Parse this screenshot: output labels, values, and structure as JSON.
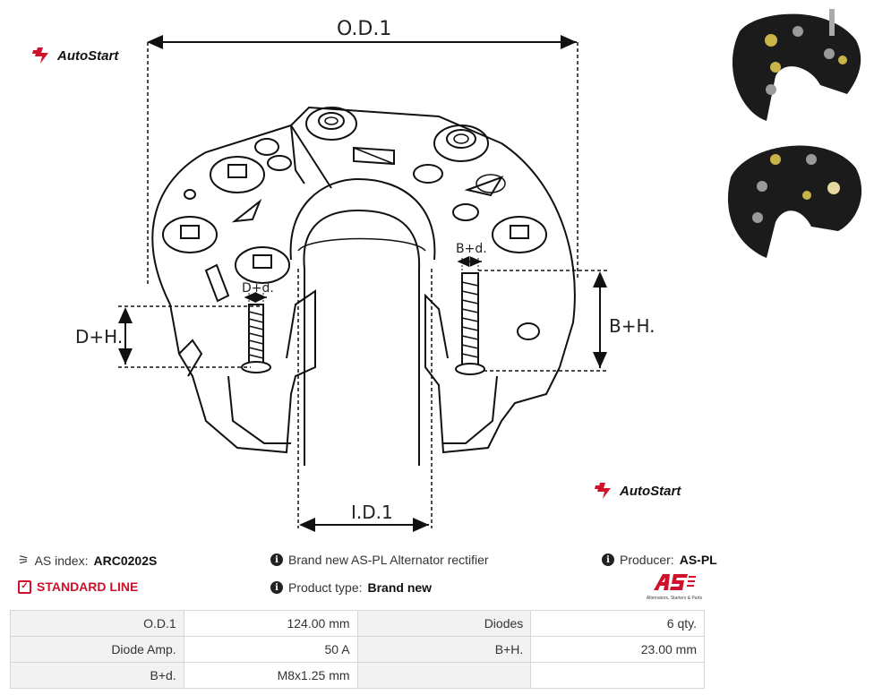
{
  "brand": {
    "name": "AutoStart",
    "color": "#d0112b"
  },
  "drawing_labels": {
    "od1": "O.D.1",
    "id1": "I.D.1",
    "dh": "D+H.",
    "bh": "B+H.",
    "dd": "D+d.",
    "bd": "B+d."
  },
  "info": {
    "as_index_label": "AS index:",
    "as_index_value": "ARC0202S",
    "line": "STANDARD LINE",
    "description": "Brand new AS-PL Alternator rectifier",
    "product_type_label": "Product type:",
    "product_type_value": "Brand new",
    "producer_label": "Producer:",
    "producer_value": "AS-PL",
    "producer_tagline": "Alternators, Starters & Parts"
  },
  "specs": [
    {
      "k1": "O.D.1",
      "v1": "124.00 mm",
      "k2": "Diodes",
      "v2": "6 qty."
    },
    {
      "k1": "Diode Amp.",
      "v1": "50 A",
      "k2": "B+H.",
      "v2": "23.00 mm"
    },
    {
      "k1": "B+d.",
      "v1": "M8x1.25 mm",
      "k2": "",
      "v2": ""
    }
  ]
}
